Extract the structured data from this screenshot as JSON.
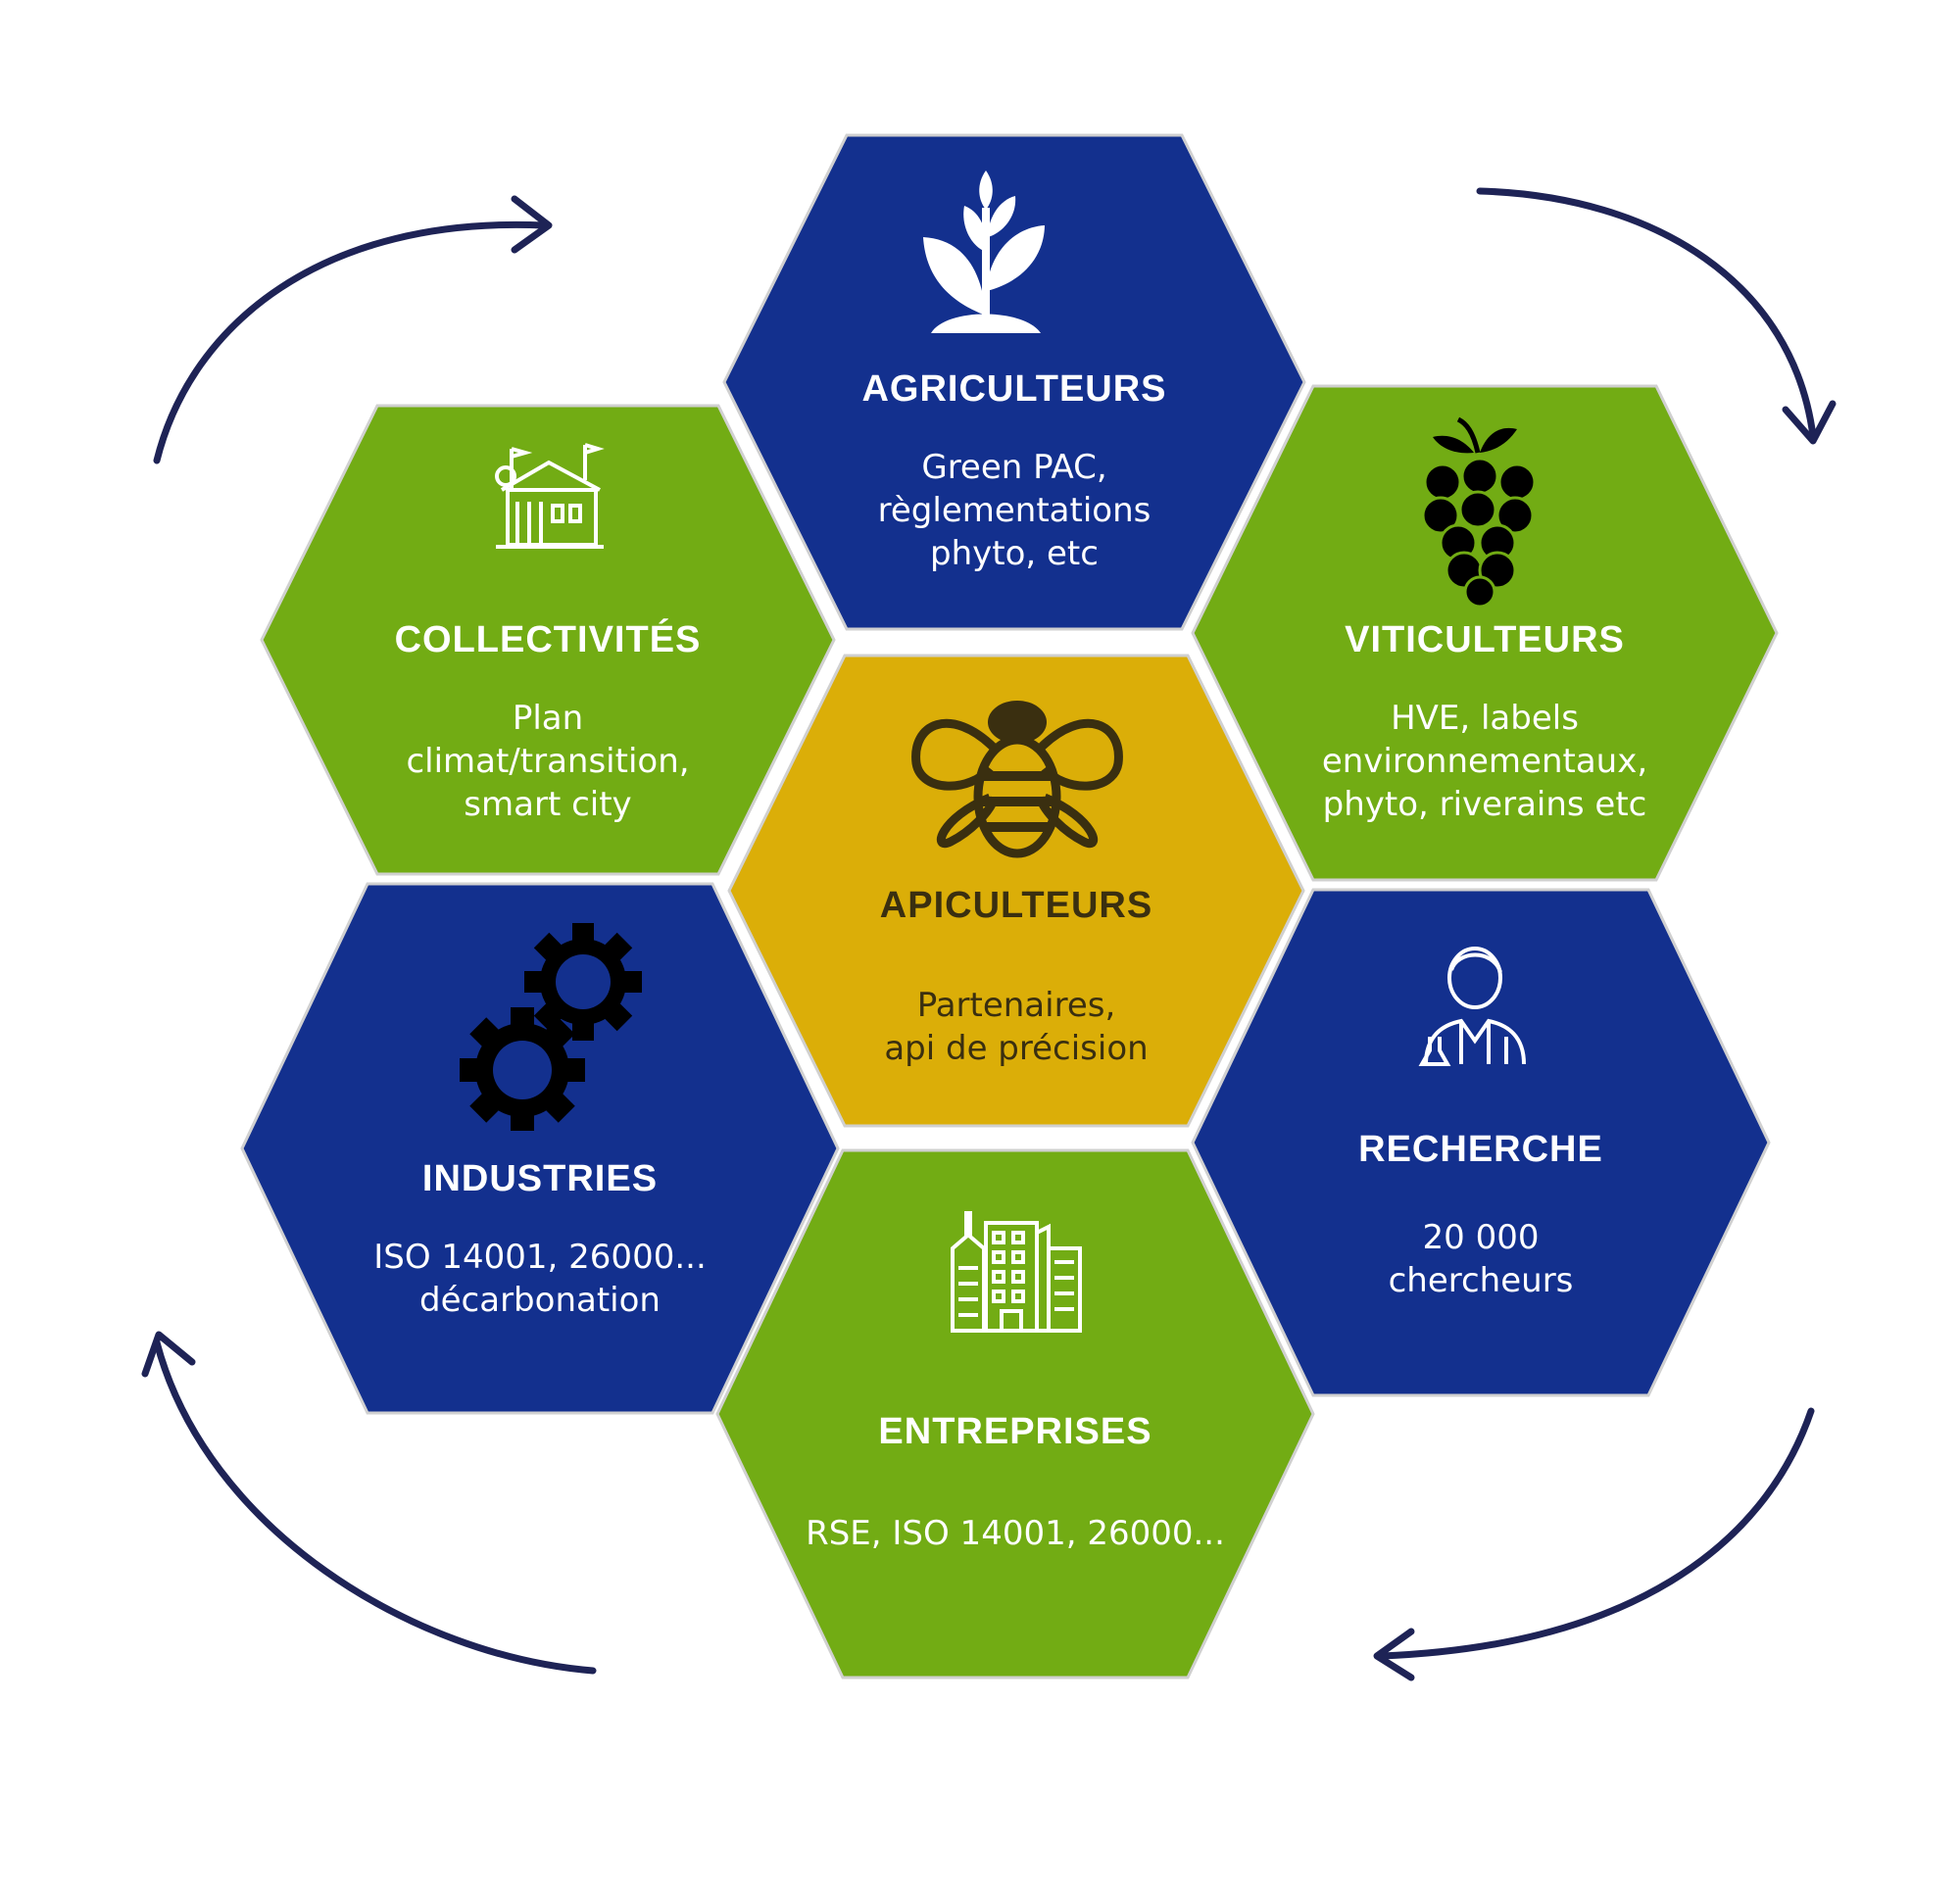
{
  "colors": {
    "blue": "#13308e",
    "green": "#72ac14",
    "gold": "#dbae08",
    "arrow": "#1e2356",
    "border": "#d0d0d0"
  },
  "hexagons": [
    {
      "id": "agriculteurs",
      "color": "blue",
      "icon": "plant-icon",
      "title": "AGRICULTEURS",
      "desc": "Green PAC,\nrèglementations\nphyto, etc"
    },
    {
      "id": "collectivites",
      "color": "green",
      "icon": "town-hall-icon",
      "title": "COLLECTIVITÉS",
      "desc": "Plan\nclimat/transition,\nsmart city"
    },
    {
      "id": "viticulteurs",
      "color": "green",
      "icon": "grapes-icon",
      "title": "VITICULTEURS",
      "desc": "HVE, labels\nenvironnementaux,\nphyto, riverains etc"
    },
    {
      "id": "apiculteurs",
      "color": "gold",
      "icon": "bee-icon",
      "title": "APICULTEURS",
      "desc": "Partenaires,\napi de précision"
    },
    {
      "id": "industries",
      "color": "blue",
      "icon": "gears-icon",
      "title": "INDUSTRIES",
      "desc": "ISO 14001, 26000...\ndécarbonation"
    },
    {
      "id": "recherche",
      "color": "blue",
      "icon": "researcher-icon",
      "title": "RECHERCHE",
      "desc": "20 000\nchercheurs"
    },
    {
      "id": "entreprises",
      "color": "green",
      "icon": "buildings-icon",
      "title": "ENTREPRISES",
      "desc": "RSE, ISO 14001, 26000..."
    }
  ]
}
